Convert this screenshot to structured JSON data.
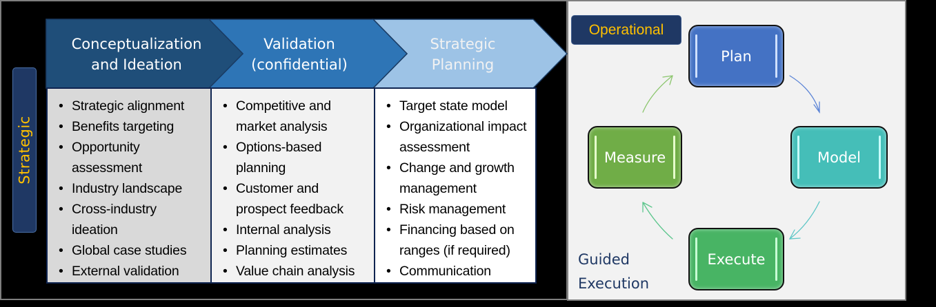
{
  "strategic": {
    "label": "Strategic",
    "phases": [
      {
        "title_line1": "Conceptualization",
        "title_line2": "and Ideation",
        "color": "#1f4e79",
        "items": [
          "Strategic alignment",
          "Benefits targeting",
          "Opportunity assessment",
          "Industry landscape",
          "Cross-industry ideation",
          "Global case studies",
          "External validation"
        ]
      },
      {
        "title_line1": "Validation",
        "title_line2": "(confidential)",
        "color": "#2e75b6",
        "items": [
          "Competitive and market analysis",
          "Options-based planning",
          "Customer and prospect feedback",
          "Internal analysis",
          "Planning estimates",
          "Value chain analysis"
        ]
      },
      {
        "title_line1": "Strategic",
        "title_line2": "Planning",
        "color": "#9dc3e6",
        "items": [
          "Target state model",
          "Organizational impact assessment",
          "Change and growth management",
          "Risk management",
          "Financing based on ranges (if required)",
          "Communication"
        ]
      }
    ]
  },
  "operational": {
    "label": "Operational",
    "cycle": [
      {
        "label": "Plan",
        "color": "#4472c4"
      },
      {
        "label": "Model",
        "color": "#45beb8"
      },
      {
        "label": "Execute",
        "color": "#48b464"
      },
      {
        "label": "Measure",
        "color": "#70ad47"
      }
    ],
    "footer_line1": "Guided",
    "footer_line2": "Execution"
  },
  "colors": {
    "accent_gold": "#ffc000",
    "navy": "#1f3864",
    "panel_gray": "#f2f2f2"
  }
}
